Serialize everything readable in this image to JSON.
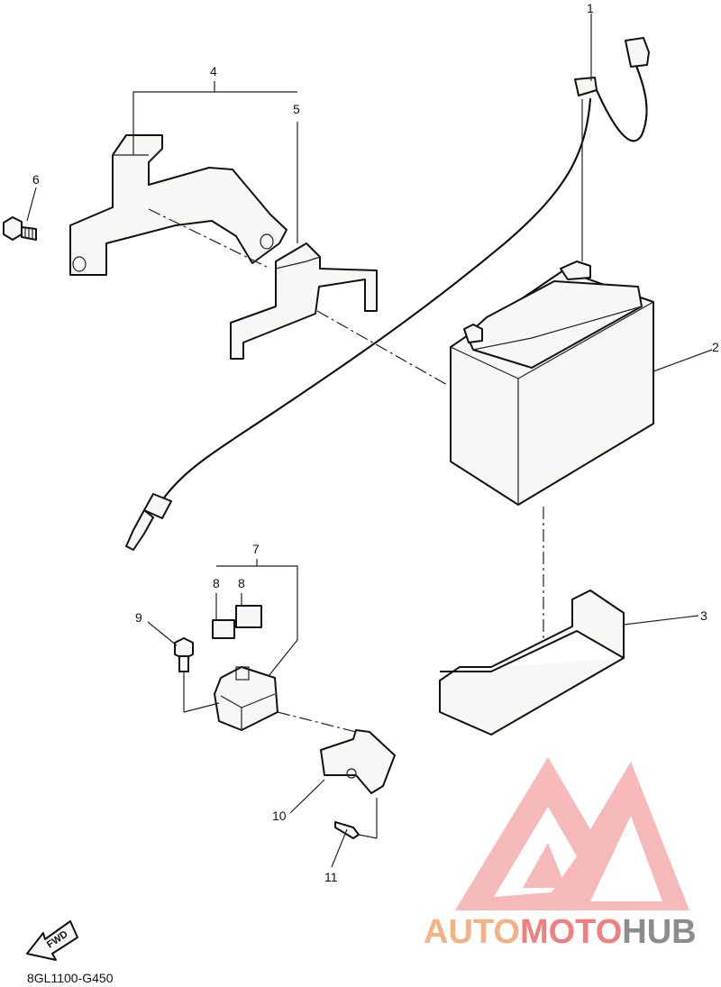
{
  "diagram": {
    "code": "8GL1100-G450",
    "fwd_label": "FWD",
    "callouts": [
      "1",
      "2",
      "3",
      "4",
      "5",
      "6",
      "7",
      "8",
      "8",
      "9",
      "10",
      "11"
    ]
  },
  "watermark": {
    "part1": "AUTO",
    "part2": "MOTO",
    "part3": "HUB",
    "colors": {
      "auto": "#f4b183",
      "moto": "#f08080",
      "hub": "#8c8c8c",
      "logo": "#f08080"
    }
  }
}
